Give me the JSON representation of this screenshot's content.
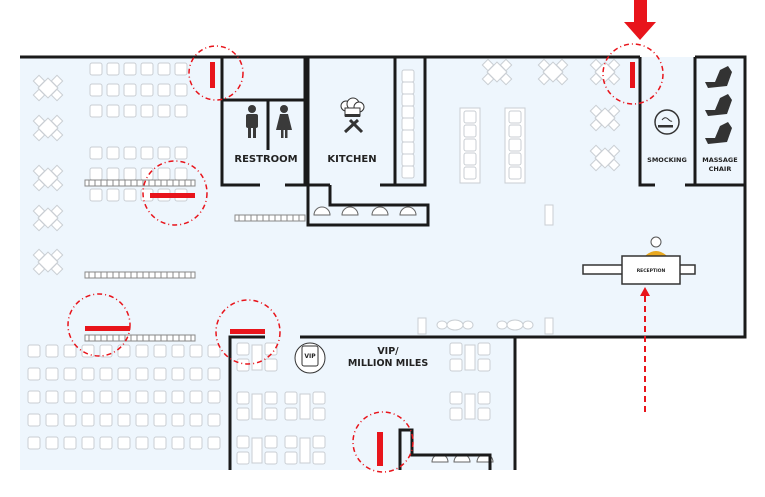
{
  "rooms": {
    "restroom": "RESTROOM",
    "kitchen": "KITCHEN",
    "smoking": "SMOCKING",
    "massage_line1": "MASSAGE",
    "massage_line2": "CHAIR",
    "reception": "RECEPTION",
    "vip_line1": "VIP/",
    "vip_line2": "MILLION MILES",
    "vip_badge": "VIP"
  },
  "colors": {
    "floor": "#eef6fd",
    "wall": "#1a1a1a",
    "marker": "#e8141b",
    "furniture": "#c9ced3"
  }
}
